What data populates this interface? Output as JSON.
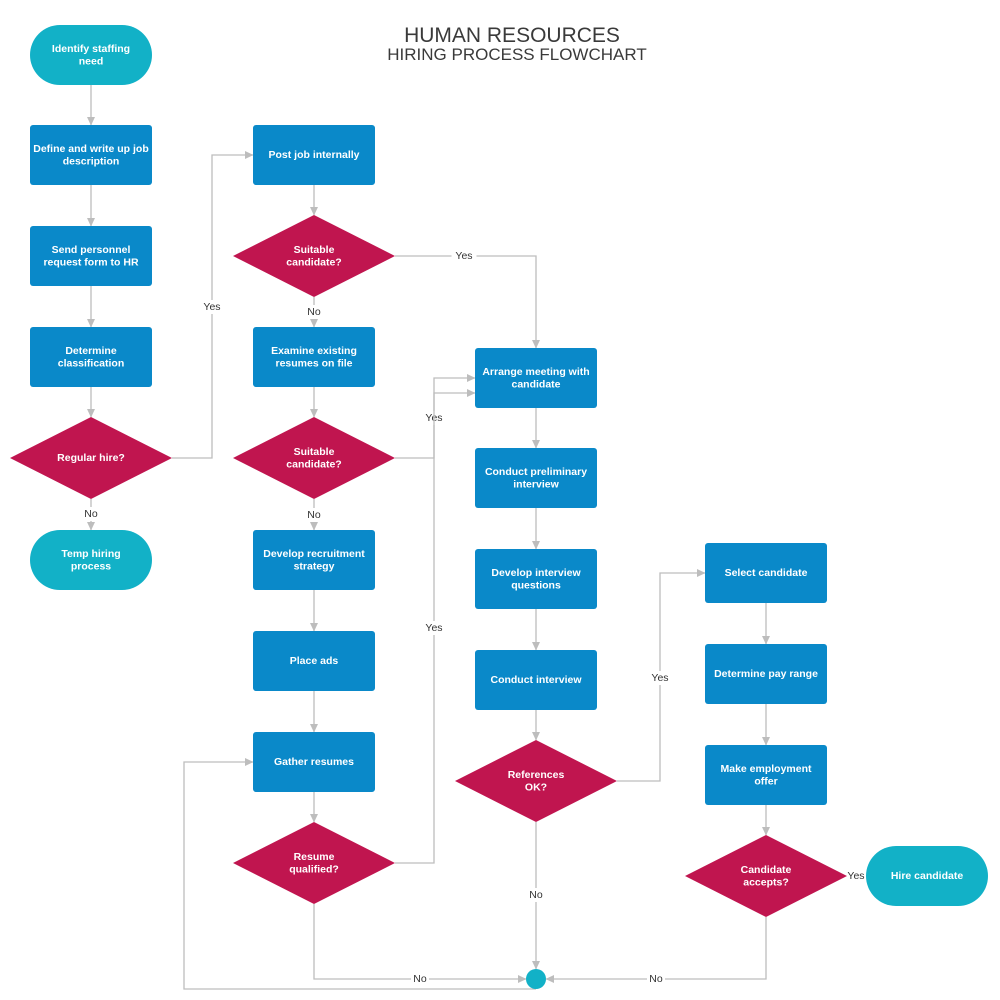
{
  "title": {
    "line1": "HUMAN RESOURCES",
    "line2": "HIRING PROCESS FLOWCHART"
  },
  "colors": {
    "process": "#0a89c9",
    "decision": "#c0154f",
    "terminal": "#12b1c7",
    "connector": "#12b1c7",
    "edge": "#bdbdbd"
  },
  "nodes": [
    {
      "id": "identify",
      "type": "terminal",
      "lines": [
        "Identify staffing",
        "need"
      ]
    },
    {
      "id": "define",
      "type": "process",
      "lines": [
        "Define and write up job",
        "description"
      ]
    },
    {
      "id": "send",
      "type": "process",
      "lines": [
        "Send personnel",
        "request form to HR"
      ]
    },
    {
      "id": "classify",
      "type": "process",
      "lines": [
        "Determine",
        "classification"
      ]
    },
    {
      "id": "regular",
      "type": "decision",
      "lines": [
        "Regular hire?"
      ]
    },
    {
      "id": "temp",
      "type": "terminal",
      "lines": [
        "Temp hiring",
        "process"
      ]
    },
    {
      "id": "post",
      "type": "process",
      "lines": [
        "Post job internally"
      ]
    },
    {
      "id": "suit1",
      "type": "decision",
      "lines": [
        "Suitable",
        "candidate?"
      ]
    },
    {
      "id": "examine",
      "type": "process",
      "lines": [
        "Examine existing",
        "resumes on file"
      ]
    },
    {
      "id": "suit2",
      "type": "decision",
      "lines": [
        "Suitable",
        "candidate?"
      ]
    },
    {
      "id": "strategy",
      "type": "process",
      "lines": [
        "Develop recruitment",
        "strategy"
      ]
    },
    {
      "id": "ads",
      "type": "process",
      "lines": [
        "Place ads"
      ]
    },
    {
      "id": "gather",
      "type": "process",
      "lines": [
        "Gather resumes"
      ]
    },
    {
      "id": "resume",
      "type": "decision",
      "lines": [
        "Resume",
        "qualified?"
      ]
    },
    {
      "id": "meeting",
      "type": "process",
      "lines": [
        "Arrange meeting with",
        "candidate"
      ]
    },
    {
      "id": "prelim",
      "type": "process",
      "lines": [
        "Conduct preliminary",
        "interview"
      ]
    },
    {
      "id": "questions",
      "type": "process",
      "lines": [
        "Develop interview",
        "questions"
      ]
    },
    {
      "id": "interview",
      "type": "process",
      "lines": [
        "Conduct interview"
      ]
    },
    {
      "id": "refs",
      "type": "decision",
      "lines": [
        "References",
        "OK?"
      ]
    },
    {
      "id": "select",
      "type": "process",
      "lines": [
        "Select candidate"
      ]
    },
    {
      "id": "pay",
      "type": "process",
      "lines": [
        "Determine pay range"
      ]
    },
    {
      "id": "offer",
      "type": "process",
      "lines": [
        "Make employment",
        "offer"
      ]
    },
    {
      "id": "accepts",
      "type": "decision",
      "lines": [
        "Candidate",
        "accepts?"
      ]
    },
    {
      "id": "hire",
      "type": "terminal",
      "lines": [
        "Hire candidate"
      ]
    },
    {
      "id": "junction",
      "type": "connector",
      "lines": []
    }
  ],
  "edges": [
    {
      "from": "identify",
      "to": "define",
      "label": ""
    },
    {
      "from": "define",
      "to": "send",
      "label": ""
    },
    {
      "from": "send",
      "to": "classify",
      "label": ""
    },
    {
      "from": "classify",
      "to": "regular",
      "label": ""
    },
    {
      "from": "regular",
      "to": "temp",
      "label": "No"
    },
    {
      "from": "regular",
      "to": "post",
      "label": "Yes"
    },
    {
      "from": "post",
      "to": "suit1",
      "label": ""
    },
    {
      "from": "suit1",
      "to": "examine",
      "label": "No"
    },
    {
      "from": "suit1",
      "to": "meeting",
      "label": "Yes"
    },
    {
      "from": "examine",
      "to": "suit2",
      "label": ""
    },
    {
      "from": "suit2",
      "to": "strategy",
      "label": "No"
    },
    {
      "from": "suit2",
      "to": "meeting",
      "label": "Yes"
    },
    {
      "from": "strategy",
      "to": "ads",
      "label": ""
    },
    {
      "from": "ads",
      "to": "gather",
      "label": ""
    },
    {
      "from": "gather",
      "to": "resume",
      "label": ""
    },
    {
      "from": "resume",
      "to": "meeting",
      "label": "Yes"
    },
    {
      "from": "resume",
      "to": "junction",
      "label": "No"
    },
    {
      "from": "junction",
      "to": "gather",
      "label": ""
    },
    {
      "from": "meeting",
      "to": "prelim",
      "label": ""
    },
    {
      "from": "prelim",
      "to": "questions",
      "label": ""
    },
    {
      "from": "questions",
      "to": "interview",
      "label": ""
    },
    {
      "from": "interview",
      "to": "refs",
      "label": ""
    },
    {
      "from": "refs",
      "to": "select",
      "label": "Yes"
    },
    {
      "from": "refs",
      "to": "junction",
      "label": "No"
    },
    {
      "from": "select",
      "to": "pay",
      "label": ""
    },
    {
      "from": "pay",
      "to": "offer",
      "label": ""
    },
    {
      "from": "offer",
      "to": "accepts",
      "label": ""
    },
    {
      "from": "accepts",
      "to": "hire",
      "label": "Yes"
    },
    {
      "from": "accepts",
      "to": "junction",
      "label": "No"
    }
  ]
}
